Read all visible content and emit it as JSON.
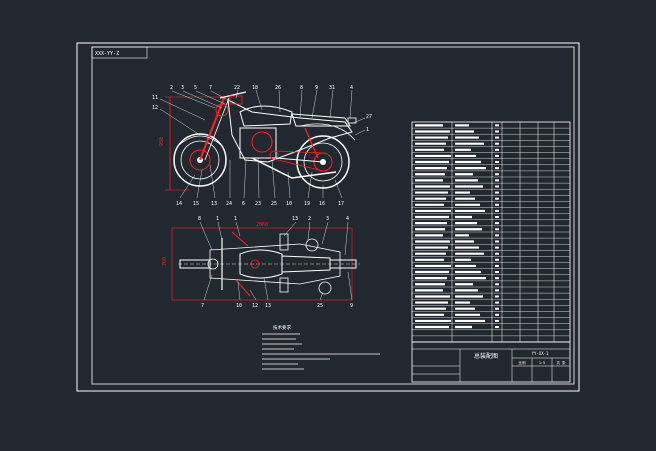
{
  "drawing": {
    "code_tag": "XXX-YY-Z",
    "title": "总装配图",
    "tech_title": "技术要求",
    "colors": {
      "background": "#212830",
      "line": "#ffffff",
      "red": "#ff2020"
    }
  },
  "side_callouts_top": [
    "2",
    "3",
    "5",
    "7",
    "22",
    "18",
    "26",
    "8",
    "9",
    "31",
    "4"
  ],
  "side_callouts_left": [
    "11",
    "12"
  ],
  "side_callouts_right": [
    "27",
    "1"
  ],
  "side_callouts_bottom": [
    "14",
    "15",
    "13",
    "24",
    "6",
    "23",
    "25",
    "10",
    "19",
    "16",
    "17"
  ],
  "plan_callouts_top": [
    "8",
    "1",
    "1",
    "13",
    "2",
    "3",
    "4"
  ],
  "plan_callouts_bottom": [
    "7",
    "10",
    "12",
    "13",
    "25",
    "9"
  ],
  "dimensions": {
    "side_height": "950",
    "plan_length": "2060",
    "plan_width": "760"
  },
  "title_block": {
    "scale_label": "比例",
    "scale_value": "1:5",
    "sheet_label": "共 张",
    "number": "YY-XX-1"
  }
}
